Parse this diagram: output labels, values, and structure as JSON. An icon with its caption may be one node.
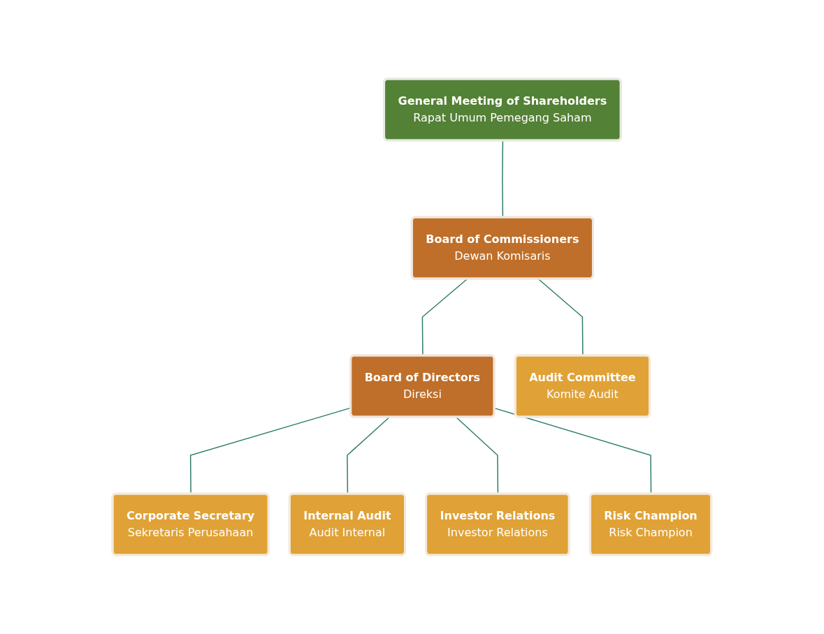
{
  "diagram": {
    "nodes": [
      {
        "text": [
          "General Meeting of Shareholders",
          "Rapat Umum Pemegang Saham"
        ]
      },
      {
        "text": [
          "Board of Commissioners",
          "Dewan Komisaris"
        ]
      },
      {
        "text": [
          "Audit Committee",
          "Komite Audit"
        ]
      },
      {
        "text": [
          "Board of Directors",
          "Direksi"
        ]
      },
      {
        "text": [
          "Corporate Secretary",
          "Sekretaris Perusahaan"
        ]
      },
      {
        "text": [
          "Internal Audit",
          "Audit Internal"
        ]
      },
      {
        "text": [
          "Investor Relations",
          "Investor Relations"
        ]
      },
      {
        "text": [
          "Risk Champion",
          "Risk Champion"
        ]
      }
    ],
    "edges": [
      {
        "from": 0,
        "to": 1,
        "arrow": "none"
      },
      {
        "from": 1,
        "to": 2,
        "arrow": "none"
      },
      {
        "from": 1,
        "to": 3,
        "arrow": "none"
      },
      {
        "from": 3,
        "to": 4,
        "arrow": "none"
      },
      {
        "from": 3,
        "to": 5,
        "arrow": "none"
      },
      {
        "from": 3,
        "to": 6,
        "arrow": "none"
      },
      {
        "from": 3,
        "to": 7,
        "arrow": "none"
      }
    ]
  }
}
